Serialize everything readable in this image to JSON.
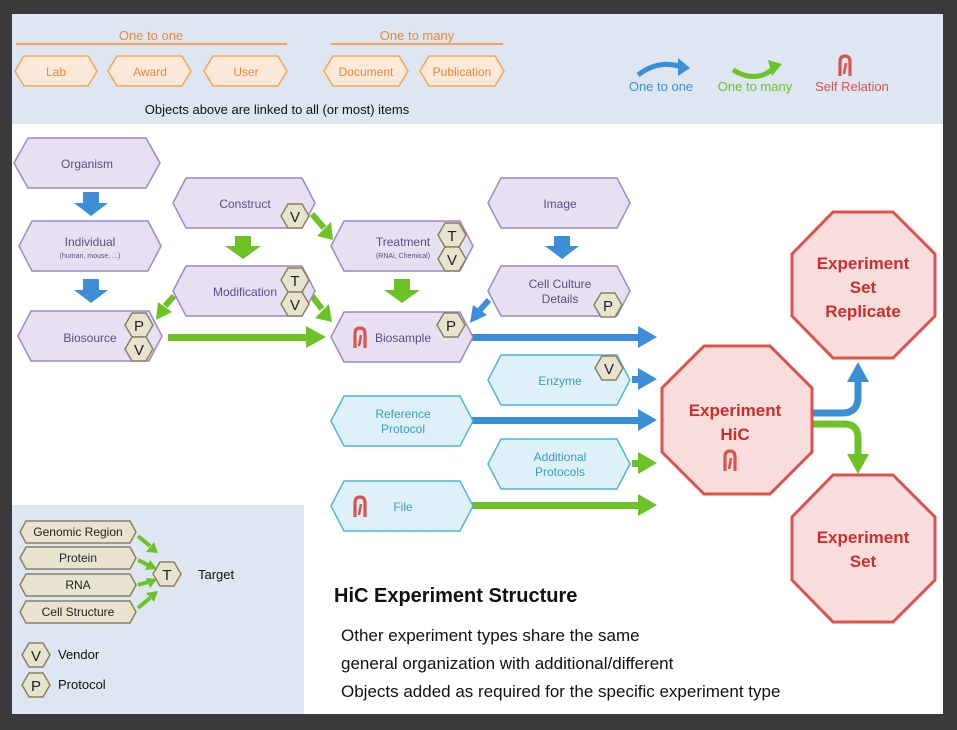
{
  "colors": {
    "orange_fill": "#fde9d9",
    "orange_stroke": "#f5a55a",
    "orange_text": "#e8893a",
    "purple_fill": "#e6e0f2",
    "purple_stroke": "#9a8bc4",
    "purple_text": "#5b4d86",
    "cyan_fill": "#dff1f8",
    "cyan_stroke": "#4fb6d6",
    "cyan_text": "#3a9bbd",
    "red_fill": "#f9dcdc",
    "red_stroke": "#d9534f",
    "red_text": "#c9302c",
    "tan_fill": "#e8e3cf",
    "tan_stroke": "#8c8060",
    "blue_arrow": "#3c8fd6",
    "green_arrow": "#6cc226"
  },
  "top_section": {
    "one_to_one_header": "One to one",
    "one_to_one_items": [
      "Lab",
      "Award",
      "User"
    ],
    "one_to_many_header": "One to many",
    "one_to_many_items": [
      "Document",
      "Publication"
    ],
    "caption": "Objects above are linked to all (or most) items",
    "legend": {
      "one_to_one": "One to one",
      "one_to_many": "One to many",
      "self_relation": "Self Relation"
    }
  },
  "nodes": {
    "organism": "Organism",
    "individual": "Individual",
    "individual_sub": "(human, mouse, ...)",
    "biosource": "Biosource",
    "construct": "Construct",
    "modification": "Modification",
    "treatment": "Treatment",
    "treatment_sub": "(RNAi, Chemical)",
    "image": "Image",
    "cell_culture_line1": "Cell Culture",
    "cell_culture_line2": "Details",
    "biosample": "Biosample",
    "enzyme": "Enzyme",
    "reference_protocol_line1": "Reference",
    "reference_protocol_line2": "Protocol",
    "additional_protocols_line1": "Additional",
    "additional_protocols_line2": "Protocols",
    "file": "File",
    "experiment_hic_line1": "Experiment",
    "experiment_hic_line2": "HiC",
    "experiment_set_replicate_line1": "Experiment",
    "experiment_set_replicate_line2": "Set",
    "experiment_set_replicate_line3": "Replicate",
    "experiment_set_line1": "Experiment",
    "experiment_set_line2": "Set"
  },
  "badges": {
    "v": "V",
    "p": "P",
    "t": "T"
  },
  "target_panel": {
    "items": [
      "Genomic Region",
      "Protein",
      "RNA",
      "Cell Structure"
    ],
    "target_label": "Target",
    "vendor_label": "Vendor",
    "protocol_label": "Protocol"
  },
  "caption_block": {
    "title": "HiC Experiment Structure",
    "line1": "Other experiment types share the same",
    "line2": "general organization with additional/different",
    "line3": "Objects added as required for the specific experiment type"
  }
}
